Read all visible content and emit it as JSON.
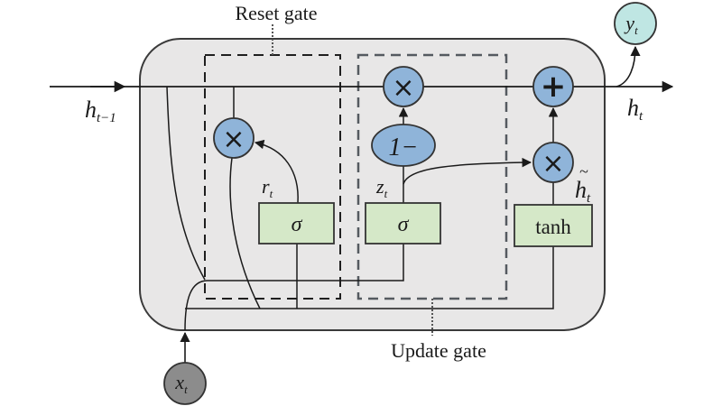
{
  "diagram": {
    "type": "GRU cell",
    "labels": {
      "reset_gate": "Reset gate",
      "update_gate": "Update gate"
    },
    "inputs": {
      "h_prev": {
        "base": "h",
        "sub": "t−1"
      },
      "x": {
        "base": "x",
        "sub": "t"
      }
    },
    "outputs": {
      "h": {
        "base": "h",
        "sub": "t"
      },
      "y": {
        "base": "y",
        "sub": "t"
      }
    },
    "gate_signals": {
      "r": {
        "base": "r",
        "sub": "t"
      },
      "z": {
        "base": "z",
        "sub": "t"
      },
      "h_tilde": {
        "base": "h",
        "sub": "t",
        "accent": "~"
      }
    },
    "activations": {
      "reset_sigma": "σ",
      "update_sigma": "σ",
      "candidate": "tanh"
    },
    "operators": {
      "reset_multiply": "×",
      "update_multiply": "×",
      "one_minus": "1−",
      "add": "+",
      "candidate_multiply": "×"
    },
    "colors": {
      "cell_fill": "#e8e7e7",
      "cell_stroke": "#3a3a3a",
      "operator_fill": "#8fb4d9",
      "activation_fill": "#d5e8c8",
      "output_fill": "#bfe6e3",
      "input_fill": "#8c8c8c",
      "dash_stroke": "#555a60",
      "line": "#1a1a1a"
    }
  }
}
